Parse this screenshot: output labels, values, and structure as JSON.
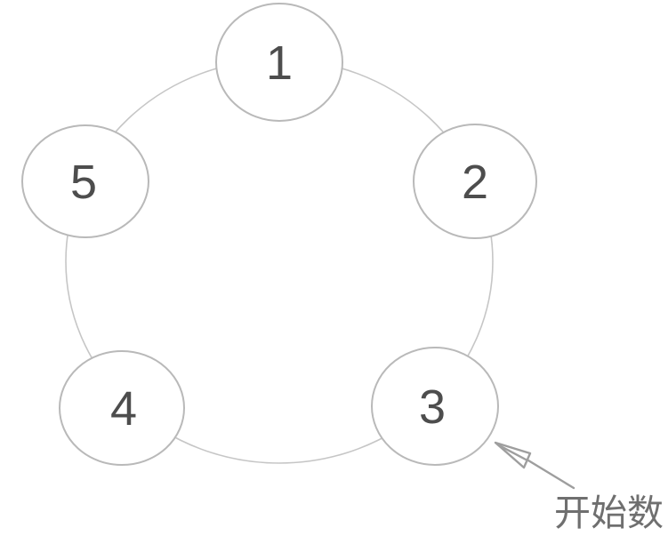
{
  "nodes": [
    {
      "label": "1"
    },
    {
      "label": "2"
    },
    {
      "label": "3"
    },
    {
      "label": "4"
    },
    {
      "label": "5"
    }
  ],
  "annotation": {
    "label": "开始数",
    "arrow_target_node": "3"
  },
  "colors": {
    "background": "#ffffff",
    "ring_stroke": "#c6c6c6",
    "circle_stroke": "#b9b9b9",
    "number_text": "#4d4d4d",
    "arrow": "#9e9e9e",
    "annotation_text": "#6f6f6f"
  }
}
